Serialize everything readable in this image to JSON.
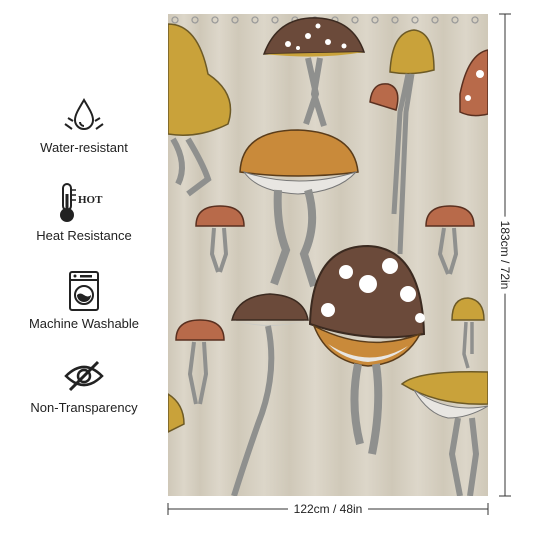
{
  "features": [
    {
      "label": "Water-resistant",
      "icon": "water-drop-icon"
    },
    {
      "label": "Heat Resistance",
      "icon": "thermometer-icon",
      "badge": "HOT"
    },
    {
      "label": "Machine Washable",
      "icon": "washing-machine-icon"
    },
    {
      "label": "Non-Transparency",
      "icon": "eye-slash-icon"
    }
  ],
  "dimensions": {
    "width": "122cm / 48in",
    "height": "183cm / 72in"
  },
  "colors": {
    "curtain_bg": "#d7d1c3",
    "mustard": "#c9a23a",
    "brown": "#6b4a3a",
    "rust": "#b86a4a",
    "orange": "#c98a3a",
    "stem_gray": "#a9aaa8"
  }
}
